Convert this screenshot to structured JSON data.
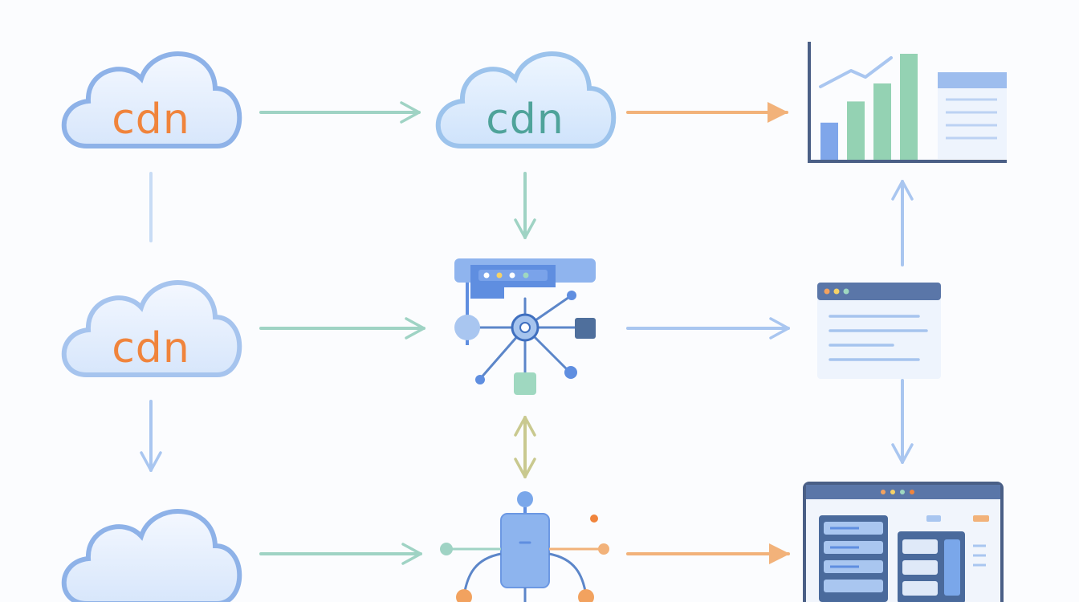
{
  "labels": {
    "cloud_a": "cdn",
    "cloud_b": "cdn",
    "cloud_c": "cdn"
  },
  "colors": {
    "background": "#fbfcfe",
    "cloud_fill": "#e9f1fd",
    "cloud_stroke": "#8eb2e8",
    "label_orange": "#f0843c",
    "label_teal": "#4fa39a",
    "arrow_green": "#9fd3c4",
    "arrow_orange": "#f2b27a",
    "arrow_blue": "#a9c6f0",
    "arrow_olive": "#c9c98f",
    "node_blue": "#7aa7ea",
    "node_dark": "#4f6f9c",
    "node_green": "#9fd8c0",
    "bar_blue": "#7fa6ea",
    "bar_green": "#94d2b3",
    "accent_orange": "#f0843c"
  },
  "icons": [
    "cloud-icon",
    "dashboard-chart-icon",
    "network-hub-icon",
    "browser-window-icon",
    "service-node-icon",
    "server-rack-window-icon"
  ],
  "chart_icon": {
    "bar_levels": [
      0.35,
      0.55,
      0.72,
      1.0
    ]
  }
}
